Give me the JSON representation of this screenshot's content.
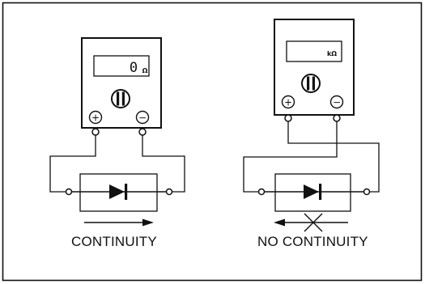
{
  "captions": {
    "left": "CONTINUITY",
    "right": "NO CONTINUITY"
  },
  "meters": {
    "left": {
      "display_value": "0",
      "display_unit": "Ω",
      "positive_terminal": "+",
      "negative_terminal": "−"
    },
    "right": {
      "display_value": "",
      "display_unit": "kΩ",
      "positive_terminal": "+",
      "negative_terminal": "−"
    }
  },
  "icons": {
    "left_flow_indicator": "arrow-right-icon",
    "right_flow_indicator": "arrow-left-crossed-icon",
    "diode": "diode-icon"
  },
  "colors": {
    "line": "#111111",
    "background": "#ffffff"
  }
}
